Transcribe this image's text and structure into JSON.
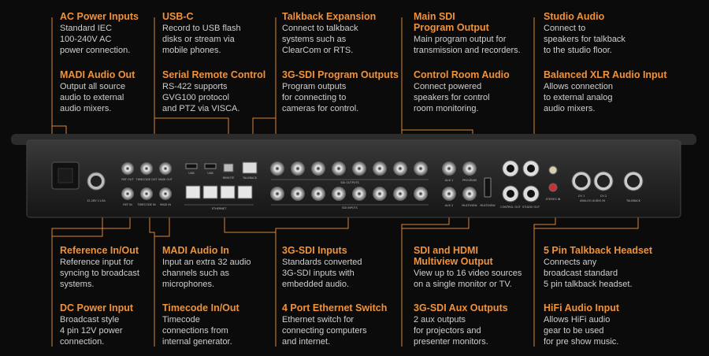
{
  "callouts": {
    "ac_power": {
      "title": "AC Power Inputs",
      "desc": "Standard IEC\n100-240V AC\npower connection."
    },
    "usb_c": {
      "title": "USB-C",
      "desc": "Record to USB flash\ndisks or stream via\nmobile phones."
    },
    "talkback_exp": {
      "title": "Talkback Expansion",
      "desc": "Connect to talkback\nsystems such as\nClearCom or RTS."
    },
    "main_sdi": {
      "title": "Main SDI\nProgram Output",
      "desc": "Main program output for\ntransmission and recorders."
    },
    "studio_audio": {
      "title": "Studio Audio",
      "desc": "Connect to\nspeakers for talkback\nto the studio floor."
    },
    "madi_out": {
      "title": "MADI Audio Out",
      "desc": "Output all source\naudio to external\naudio mixers."
    },
    "serial_remote": {
      "title": "Serial Remote Control",
      "desc": "RS-422 supports\nGVG100 protocol\nand PTZ via VISCA."
    },
    "sdi_prog_out": {
      "title": "3G-SDI Program Outputs",
      "desc": "Program outputs\nfor connecting to\ncameras for control."
    },
    "control_room": {
      "title": "Control Room Audio",
      "desc": "Connect powered\nspeakers for control\nroom monitoring."
    },
    "xlr_in": {
      "title": "Balanced XLR Audio Input",
      "desc": "Allows connection\nto external analog\naudio mixers."
    },
    "reference": {
      "title": "Reference In/Out",
      "desc": "Reference input for\nsyncing to broadcast\nsystems."
    },
    "madi_in": {
      "title": "MADI Audio In",
      "desc": "Input an extra 32 audio\nchannels such as\nmicrophones."
    },
    "sdi_inputs": {
      "title": "3G-SDI Inputs",
      "desc": "Standards converted\n3G-SDI inputs with\nembedded audio."
    },
    "multiview": {
      "title": "SDI and HDMI\nMultiview Output",
      "desc": "View up to 16 video sources\non a single monitor or TV."
    },
    "talkback_headset": {
      "title": "5 Pin Talkback Headset",
      "desc": "Connects any\nbroadcast standard\n5 pin talkback headset."
    },
    "dc_power": {
      "title": "DC Power Input",
      "desc": "Broadcast style\n4 pin 12V power\nconnection."
    },
    "timecode": {
      "title": "Timecode In/Out",
      "desc": "Timecode\nconnections from\ninternal generator."
    },
    "ethernet": {
      "title": "4 Port Ethernet Switch",
      "desc": "Ethernet switch for\nconnecting computers\nand internet."
    },
    "aux_out": {
      "title": "3G-SDI Aux Outputs",
      "desc": "2 aux outputs\nfor projectors and\npresenter monitors."
    },
    "hifi": {
      "title": "HiFi Audio Input",
      "desc": "Allows HiFi audio\ngear to be used\nfor pre show music."
    }
  },
  "panel_labels": {
    "dc": "12-28V 11.6A",
    "ref_out": "REF OUT",
    "ref_in": "REF IN",
    "tc_out": "TIMECODE OUT",
    "tc_in": "TIMECODE IN",
    "madi_out": "MADI OUT",
    "madi_in": "MADI IN",
    "usb1": "USB",
    "usb2": "USB",
    "remote": "REMOTE",
    "talkback": "TALKBACK",
    "ethernet": "ETHERNET",
    "sdi_outputs": "SDI OUTPUTS",
    "sdi_inputs": "SDI INPUTS",
    "aux1": "AUX 1",
    "aux2": "AUX 2",
    "program": "PROGRAM",
    "multiview": "MULTIVIEW",
    "hdmi_mv": "MULTIVIEW",
    "control_out": "CONTROL OUT",
    "studio_out": "STUDIO OUT",
    "stereo_in": "STEREO IN",
    "analog_in": "ANALOG AUDIO IN",
    "ch1": "CH 1",
    "ch2": "CH 2",
    "talkback_xlr": "TALKBACK"
  }
}
